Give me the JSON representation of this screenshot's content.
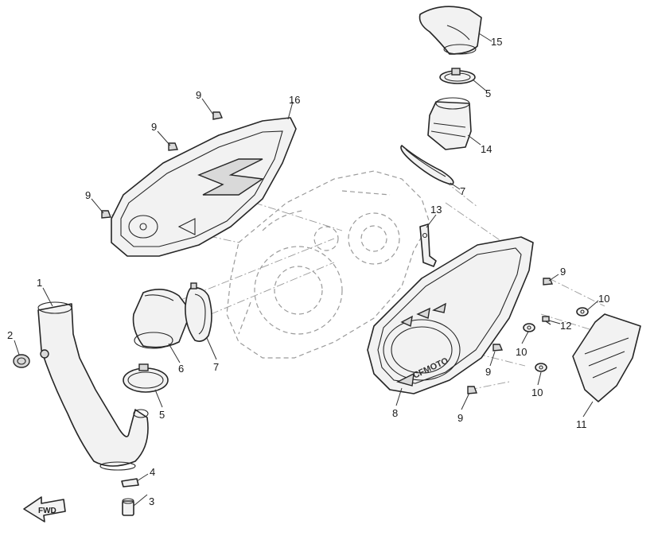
{
  "diagram": {
    "brand_text": "CFMOTO",
    "fwd_label": "FWD",
    "callouts": [
      {
        "id": "c1",
        "label": "1"
      },
      {
        "id": "c2",
        "label": "2"
      },
      {
        "id": "c3",
        "label": "3"
      },
      {
        "id": "c4",
        "label": "4"
      },
      {
        "id": "c5a",
        "label": "5"
      },
      {
        "id": "c5b",
        "label": "5"
      },
      {
        "id": "c6",
        "label": "6"
      },
      {
        "id": "c7a",
        "label": "7"
      },
      {
        "id": "c7b",
        "label": "7"
      },
      {
        "id": "c8",
        "label": "8"
      },
      {
        "id": "c9a",
        "label": "9"
      },
      {
        "id": "c9b",
        "label": "9"
      },
      {
        "id": "c9c",
        "label": "9"
      },
      {
        "id": "c9d",
        "label": "9"
      },
      {
        "id": "c9e",
        "label": "9"
      },
      {
        "id": "c9f",
        "label": "9"
      },
      {
        "id": "c10a",
        "label": "10"
      },
      {
        "id": "c10b",
        "label": "10"
      },
      {
        "id": "c10c",
        "label": "10"
      },
      {
        "id": "c11",
        "label": "11"
      },
      {
        "id": "c12",
        "label": "12"
      },
      {
        "id": "c13",
        "label": "13"
      },
      {
        "id": "c14",
        "label": "14"
      },
      {
        "id": "c15",
        "label": "15"
      },
      {
        "id": "c16",
        "label": "16"
      }
    ]
  }
}
